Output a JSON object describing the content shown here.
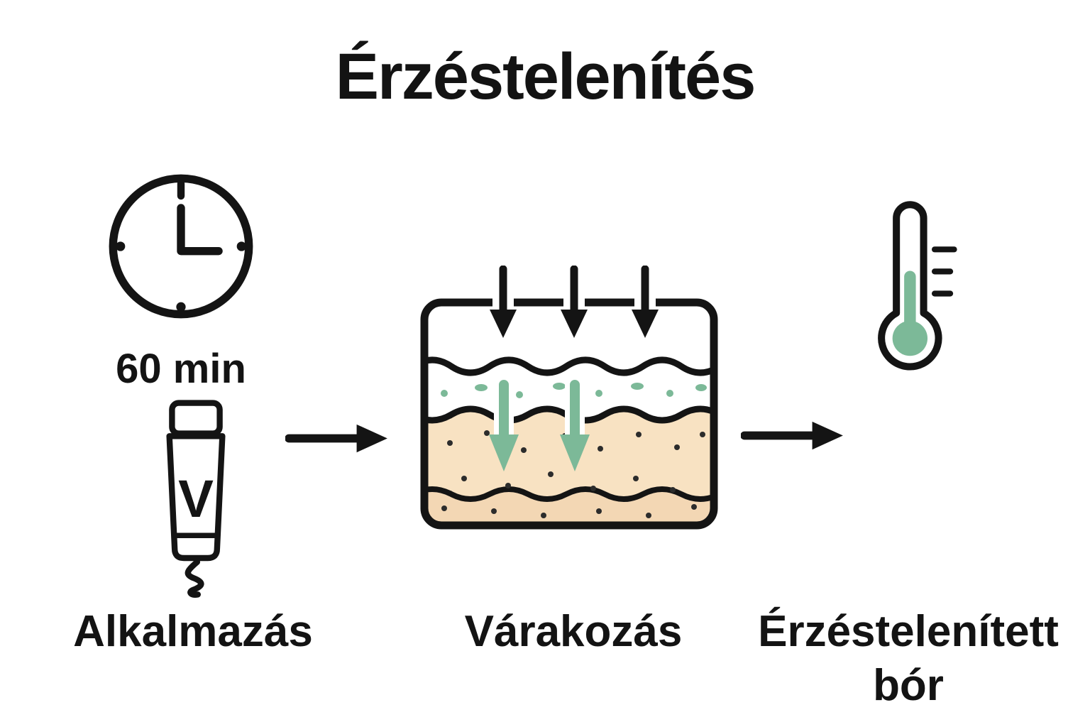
{
  "title": "Érzéstelenítés",
  "colors": {
    "ink": "#131313",
    "accent_green": "#7cb998",
    "skin_light": "#f8e2c2",
    "skin_deep": "#f3d7b4"
  },
  "step1": {
    "duration": "60 min",
    "tube_letter": "V",
    "label": "Alkalmazás",
    "icons": [
      "clock-icon",
      "cream-tube-icon"
    ]
  },
  "step2": {
    "label": "Várakozás",
    "icon": "skin-layers-icon"
  },
  "step3": {
    "label_line1": "Érzéstelenített",
    "label_line2": "bór",
    "icon": "thermometer-icon"
  },
  "connectors": [
    "right-arrow",
    "right-arrow"
  ]
}
